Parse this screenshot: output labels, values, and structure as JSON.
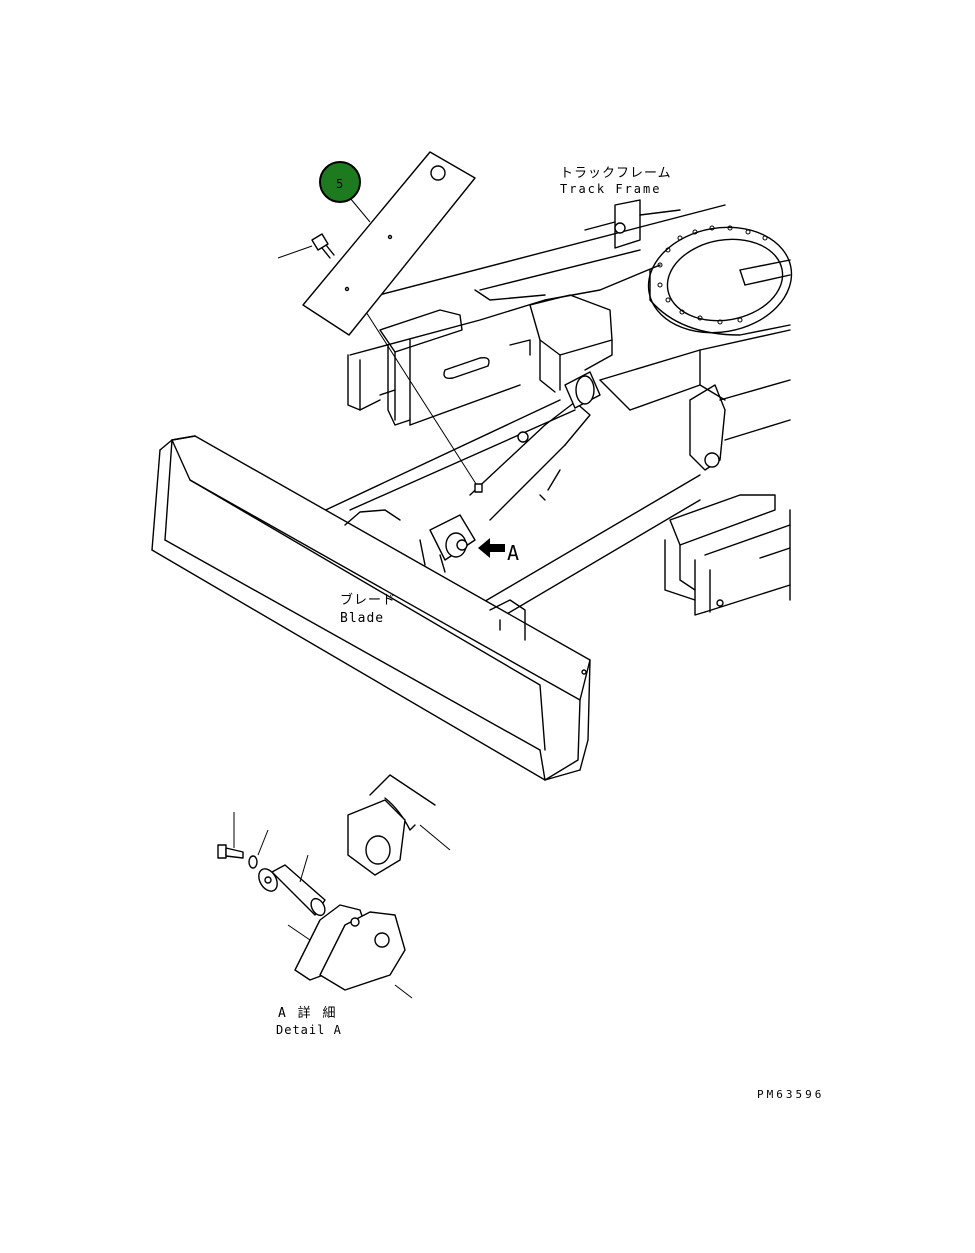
{
  "labels": {
    "track_frame_jp": "トラックフレーム",
    "track_frame_en": "Track Frame",
    "blade_jp": "ブレード",
    "blade_en": "Blade",
    "view_arrow": "A",
    "detail_jp": "A 詳 細",
    "detail_en": "Detail A",
    "drawing_no": "PM63596"
  },
  "callouts": [
    {
      "number": "5",
      "color": "#1e7a1e"
    }
  ]
}
